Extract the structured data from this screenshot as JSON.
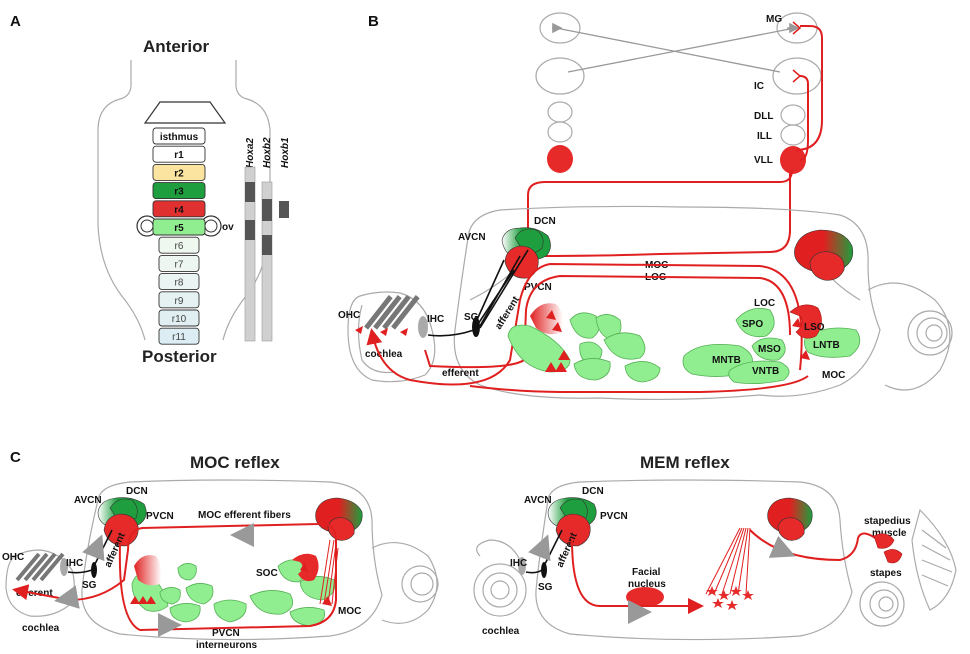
{
  "panels": {
    "a": "A",
    "b": "B",
    "c": "C"
  },
  "panel_a": {
    "anterior": "Anterior",
    "posterior": "Posterior",
    "ov": "ov",
    "segments": [
      {
        "label": "isthmus",
        "color": "#ffffff"
      },
      {
        "label": "r1",
        "color": "#ffffff"
      },
      {
        "label": "r2",
        "color": "#fbe3a0"
      },
      {
        "label": "r3",
        "color": "#1e9e3e"
      },
      {
        "label": "r4",
        "color": "#e03030"
      },
      {
        "label": "r5",
        "color": "#90ee90"
      },
      {
        "label": "r6",
        "color": "#eef8ee"
      },
      {
        "label": "r7",
        "color": "#eef6f2"
      },
      {
        "label": "r8",
        "color": "#eaf4f2"
      },
      {
        "label": "r9",
        "color": "#e6f2f2"
      },
      {
        "label": "r10",
        "color": "#e2eff2"
      },
      {
        "label": "r11",
        "color": "#dceef4"
      }
    ],
    "genes": [
      "Hoxa2",
      "Hoxb2",
      "Hoxb1"
    ]
  },
  "panel_b": {
    "labels": {
      "mg": "MG",
      "ic": "IC",
      "dll": "DLL",
      "ill": "ILL",
      "vll": "VLL",
      "avcn": "AVCN",
      "dcn": "DCN",
      "pvcn": "PVCN",
      "moc_path": "MOC",
      "loc_path": "LOC",
      "ohc": "OHC",
      "ihc": "IHC",
      "sg": "SG",
      "afferent": "afferent",
      "efferent": "efferent",
      "cochlea": "cochlea",
      "loc": "LOC",
      "spo": "SPO",
      "lso": "LSO",
      "mso": "MSO",
      "lntb": "LNTB",
      "mntb": "MNTB",
      "vntb": "VNTB",
      "moc": "MOC"
    }
  },
  "panel_c_left": {
    "title": "MOC reflex",
    "labels": {
      "avcn": "AVCN",
      "dcn": "DCN",
      "pvcn": "PVCN",
      "moc_efferent_fibers": "MOC efferent fibers",
      "ohc": "OHC",
      "ihc": "IHC",
      "sg": "SG",
      "afferent": "afferent",
      "efferent": "efferent",
      "cochlea": "cochlea",
      "soc": "SOC",
      "moc": "MOC",
      "pvcn_interneurons_1": "PVCN",
      "pvcn_interneurons_2": "interneurons"
    }
  },
  "panel_c_right": {
    "title": "MEM reflex",
    "labels": {
      "avcn": "AVCN",
      "dcn": "DCN",
      "pvcn": "PVCN",
      "ihc": "IHC",
      "sg": "SG",
      "afferent": "afferent",
      "cochlea": "cochlea",
      "facial_1": "Facial",
      "facial_2": "nucleus",
      "stapedius_1": "stapedius",
      "stapedius_2": "muscle",
      "stapes": "stapes"
    }
  },
  "colors": {
    "red": "#e02020",
    "green": "#1e9e3e",
    "light_green": "#90ee90",
    "gray": "#aaaaaa"
  }
}
